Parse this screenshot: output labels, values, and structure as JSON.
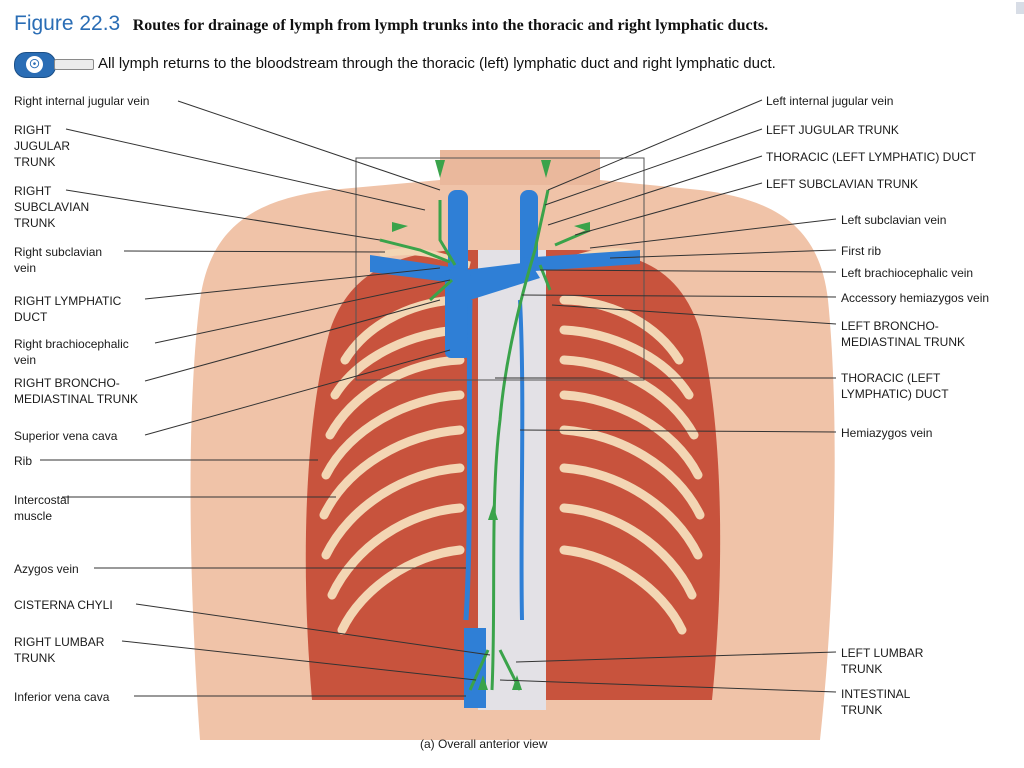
{
  "figure": {
    "number": "Figure 22.3",
    "title": "Routes for drainage of lymph from lymph trunks into the thoracic and right lymphatic ducts."
  },
  "key_point": {
    "icon": "lock-key-icon",
    "text": "All lymph returns to the bloodstream through the thoracic (left) lymphatic duct and right lymphatic duct."
  },
  "labels_left": [
    "Right internal jugular vein",
    "RIGHT\nJUGULAR\nTRUNK",
    "RIGHT\nSUBCLAVIAN\nTRUNK",
    "Right subclavian\nvein",
    "RIGHT LYMPHATIC\nDUCT",
    "Right brachiocephalic\nvein",
    "RIGHT BRONCHO-\nMEDIASTINAL TRUNK",
    "Superior vena cava",
    "Rib",
    "Intercostal\nmuscle",
    "Azygos vein",
    "CISTERNA CHYLI",
    "RIGHT LUMBAR\nTRUNK",
    "Inferior vena cava"
  ],
  "labels_right": [
    "Left internal jugular vein",
    "LEFT JUGULAR TRUNK",
    "THORACIC (LEFT LYMPHATIC) DUCT",
    "LEFT SUBCLAVIAN TRUNK",
    "Left subclavian vein",
    "First rib",
    "Left brachiocephalic vein",
    "Accessory hemiazygos vein",
    "LEFT BRONCHO-\nMEDIASTINAL TRUNK",
    "THORACIC (LEFT\nLYMPHATIC) DUCT",
    "Hemiazygos vein",
    "LEFT LUMBAR\nTRUNK",
    "INTESTINAL\nTRUNK"
  ],
  "caption": "(a) Overall anterior view",
  "colors": {
    "skin": "#f0c3a8",
    "muscle": "#c8533d",
    "rib": "#f3d6b4",
    "vein": "#2f7fd6",
    "lymph": "#3aa34a",
    "figure_number": "#2a6db5"
  }
}
